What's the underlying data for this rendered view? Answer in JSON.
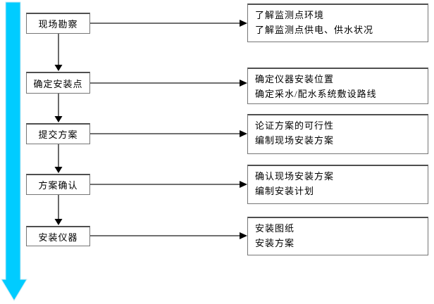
{
  "diagram": {
    "type": "flowchart",
    "orientation": "top-to-bottom",
    "accent_color": "#00ccff",
    "box_border_color": "#767676",
    "connector_color": "#1a1a1a",
    "text_color": "#000000",
    "steps": [
      {
        "label": "现场勘察",
        "details": [
          "了解监测点环境",
          "了解监测点供电、供水状况"
        ]
      },
      {
        "label": "确定安装点",
        "details": [
          "确定仪器安装位置",
          "确定采水/配水系统敷设路线"
        ]
      },
      {
        "label": "提交方案",
        "details": [
          "论证方案的可行性",
          "编制现场安装方案"
        ]
      },
      {
        "label": "方案确认",
        "details": [
          "确认现场安装方案",
          "编制安装计划"
        ]
      },
      {
        "label": "安装仪器",
        "details": [
          "安装图纸",
          "安装方案"
        ]
      }
    ]
  }
}
